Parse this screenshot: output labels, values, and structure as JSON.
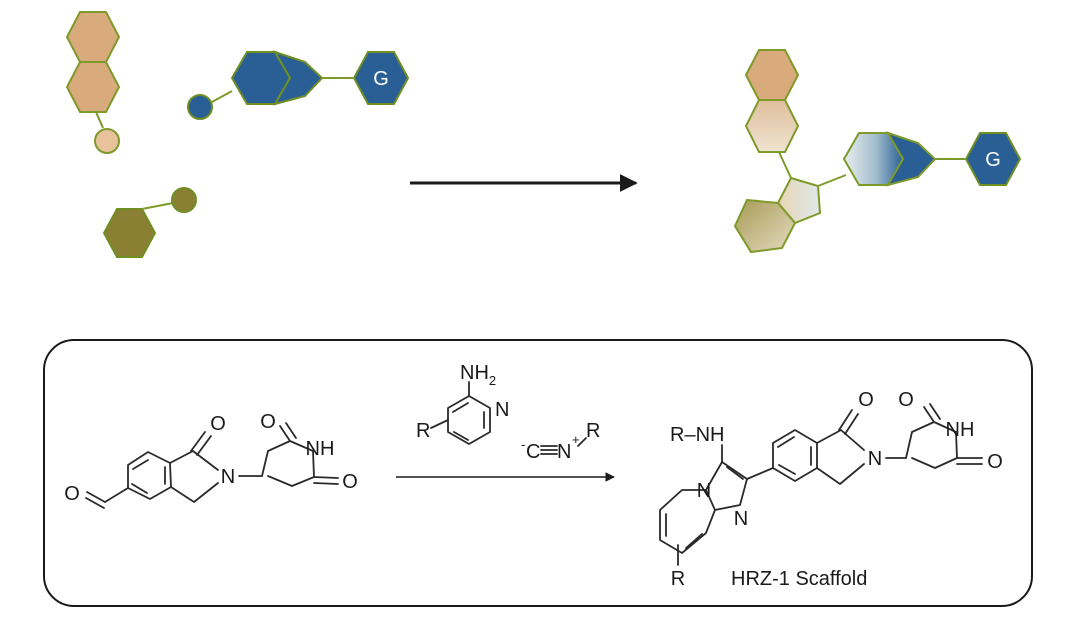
{
  "cartoon": {
    "g_label_left": "G",
    "g_label_right": "G"
  },
  "reaction": {
    "reagent_amine": "NH",
    "reagent_amine_sub": "2",
    "reagent_pyridine_n": "N",
    "reagent_r": "R",
    "isocyanide_minus": "-",
    "isocyanide_c": "C",
    "isocyanide_n": "N",
    "isocyanide_plus": "+",
    "isocyanide_r": "R",
    "sm_o_top": "O",
    "sm_o_glut": "O",
    "sm_nh": "NH",
    "sm_o_right": "O",
    "sm_n": "N",
    "sm_o_aldehyde": "O",
    "prod_rnh": "R–NH",
    "prod_o_top": "O",
    "prod_o_glut": "O",
    "prod_nh": "NH",
    "prod_o_right": "O",
    "prod_n_lactam": "N",
    "prod_n_bridge": "N",
    "prod_n_imid": "N",
    "prod_r": "R",
    "scaffold_name": "HRZ-1 Scaffold"
  },
  "colors": {
    "tan": "#d9aa7c",
    "olive": "#8a7f33",
    "blue": "#2a5f96",
    "outline": "#7d9a2a"
  }
}
